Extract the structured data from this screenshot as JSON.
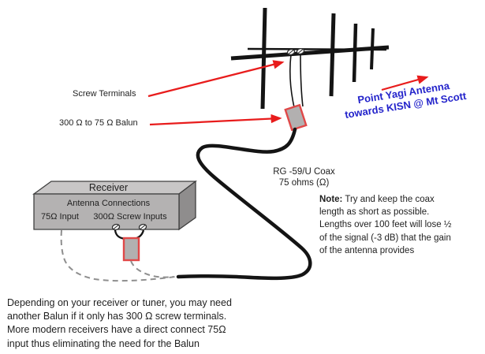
{
  "diagram": {
    "labels": {
      "screw_terminals": "Screw Terminals",
      "balun": "300 Ω to 75 Ω Balun",
      "coax_line1": "RG -59/U Coax",
      "coax_line2": "75 ohms (Ω)",
      "point_line1": "Point  Yagi Antenna",
      "point_line2": "towards KISN @ Mt Scott"
    },
    "receiver": {
      "title": "Receiver",
      "subtitle": "Antenna Connections",
      "input_75": "75Ω Input",
      "input_300": "300Ω Screw Inputs"
    },
    "note": {
      "label": "Note:",
      "line1_rest": " Try and keep the coax",
      "lines": [
        "length as short as possible.",
        "Lengths over 100 feet will lose ½",
        "of the signal (-3 dB) that the gain",
        "of the antenna provides"
      ]
    },
    "footer": {
      "lines": [
        "Depending on your receiver or tuner, you may need",
        "another Balun if it only has 300 Ω screw terminals.",
        "More modern receivers have a direct connect 75Ω",
        "input thus eliminating the need for the Balun"
      ]
    }
  },
  "colors": {
    "arrow_red": "#e81c1c",
    "balun_fill": "#b2b0b0",
    "balun_stroke": "#e04848",
    "blue_text": "#2323cb",
    "line_black": "#141414",
    "dashed_gray": "#8f8f8f",
    "receiver_top": "#c8c6c6",
    "receiver_front": "#b4b2b2",
    "receiver_side": "#8f8d8d",
    "text_black": "#1f1f1f"
  }
}
